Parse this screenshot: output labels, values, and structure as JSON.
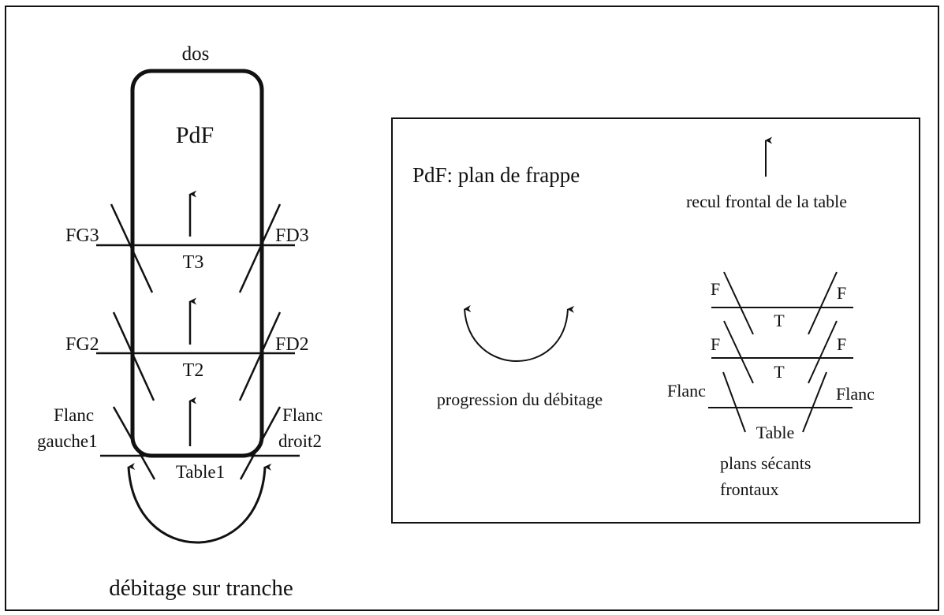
{
  "left_diagram": {
    "top_label": "dos",
    "core_label": "PdF",
    "plane_labels": {
      "fg3": "FG3",
      "fd3": "FD3",
      "t3": "T3",
      "fg2": "FG2",
      "fd2": "FD2",
      "t2": "T2",
      "flanc_left_1": "Flanc",
      "flanc_left_2": "gauche1",
      "flanc_right_1": "Flanc",
      "flanc_right_2": "droit2",
      "table1": "Table1"
    },
    "caption": "débitage sur tranche"
  },
  "legend": {
    "pdf_definition": "PdF: plan de frappe",
    "arrow_meaning": "recul frontal de la table",
    "progression_label": "progression du débitage",
    "scheme": {
      "f_top_left": "F",
      "f_top_right": "F",
      "t_top": "T",
      "f_mid_left": "F",
      "f_mid_right": "F",
      "t_mid": "T",
      "flanc_left": "Flanc",
      "flanc_right": "Flanc",
      "table": "Table"
    },
    "scheme_caption_1": "plans sécants",
    "scheme_caption_2": "frontaux"
  }
}
